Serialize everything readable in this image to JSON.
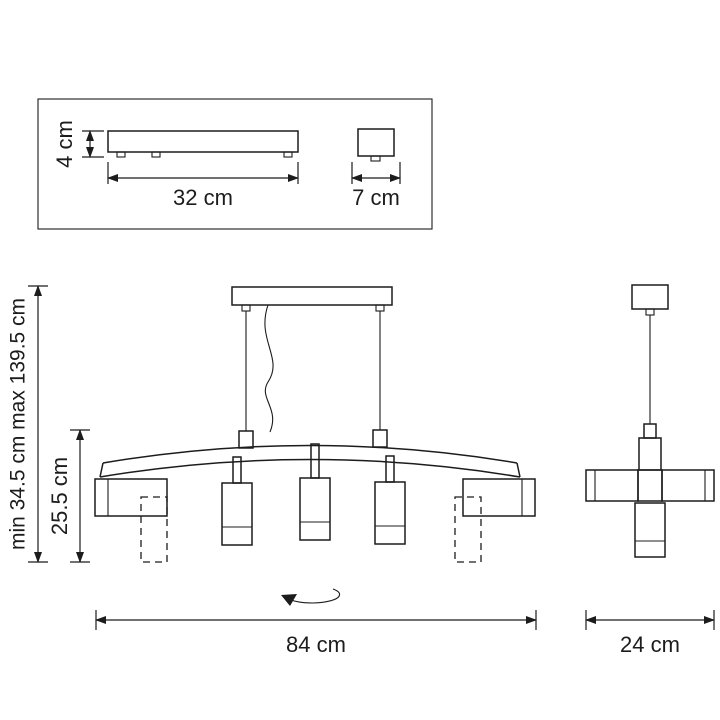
{
  "page": {
    "background_color": "#ffffff",
    "line_color": "#1c1c1c",
    "description_labels": {
      "drawing_type": "pendant-lamp-dimension-drawing"
    }
  },
  "top_view": {
    "height_label": "4 cm",
    "width_label": "32 cm",
    "canopy_width_label": "7 cm"
  },
  "front_view": {
    "hanging_height_label": "min 34.5 cm max 139.5 cm",
    "body_height_label": "25.5 cm",
    "width_label": "84 cm"
  },
  "side_view": {
    "depth_label": "24 cm"
  },
  "icons": {
    "rotation_icon_name": "rotation-arrow-icon"
  }
}
